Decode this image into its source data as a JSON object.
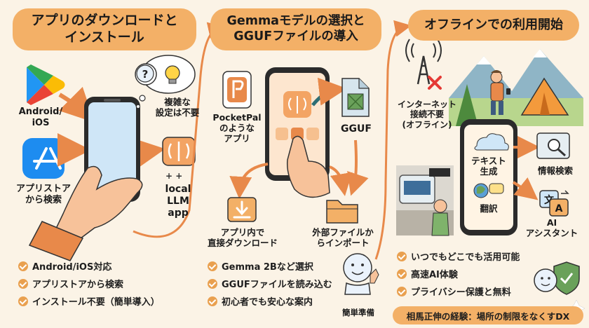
{
  "section1": {
    "title_lines": [
      "アプリのダウンロードと",
      "インストール"
    ],
    "android_label": [
      "Android/",
      "iOS"
    ],
    "appstore_label": [
      "アプリストア",
      "から検索"
    ],
    "bubble_label": [
      "複雑な",
      "設定は不要"
    ],
    "local_llm_label": [
      "local",
      "LLM",
      "app"
    ],
    "checklist": [
      "Android/iOS対応",
      "アプリストアから検索",
      "インストール不要（簡単導入）"
    ]
  },
  "section2": {
    "title_lines": [
      "Gemmaモデルの選択と",
      "GGUFファイルの導入"
    ],
    "pocketpal_label": [
      "PocketPal",
      "のような",
      "アプリ"
    ],
    "gguf_label": "GGUF",
    "download_label": [
      "アプリ内で",
      "直接ダウンロード"
    ],
    "import_label": [
      "外部ファイルか",
      "らインポート"
    ],
    "checklist": [
      "Gemma 2Bなど選択",
      "GGUFファイルを読み込む",
      "初心者でも安心な案内"
    ],
    "character_label": "簡単準備"
  },
  "section3": {
    "title": "オフラインでの利用開始",
    "no_internet_label": [
      "インターネット",
      "接続不要",
      "(オフライン)"
    ],
    "text_gen_label": [
      "テキスト",
      "生成"
    ],
    "translate_label": "翻訳",
    "info_search_label": "情報検索",
    "assistant_label": [
      "AI",
      "アシスタント"
    ],
    "checklist": [
      "いつでもどこでも活用可能",
      "高速AI体験",
      "プライバシー保護と無料"
    ],
    "footer": "相馬正伸の経験：場所の制限をなくすDX"
  },
  "colors": {
    "background": "#fbf3e6",
    "accent_orange": "#f3b067",
    "arrow_orange": "#e8894a",
    "phone_dark": "#2b2b2b",
    "screen_blue": "#cfe6f7"
  }
}
